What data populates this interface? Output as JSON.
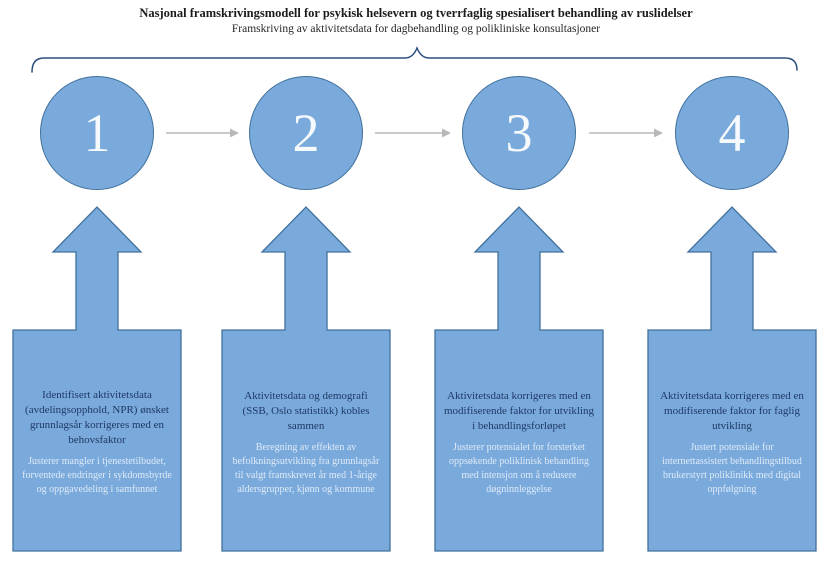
{
  "header": {
    "title": "Nasjonal framskrivingsmodell for psykisk helsevern og tverrfaglig spesialisert behandling av ruslidelser",
    "subtitle": "Framskriving av aktivitetsdata for dagbehandling og polikliniske konsultasjoner"
  },
  "colors": {
    "shape_fill": "#7aaadc",
    "shape_border": "#41719c",
    "brace": "#2e4e7e",
    "connector": "#b9b9b9",
    "dark_text": "#1f3864",
    "light_text": "#dfeaf7"
  },
  "steps": [
    {
      "number": "1",
      "heading": "Identifisert aktivitetsdata (avdelingsopphold, NPR) ønsket grunnlagsår korrigeres med en behovsfaktor",
      "detail": "Justerer mangler i tjenestetilbudet, forventede endringer i sykdomsbyrde og oppgavedeling i samfunnet"
    },
    {
      "number": "2",
      "heading": "Aktivitetsdata og demografi (SSB, Oslo statistikk) kobles sammen",
      "detail": "Beregning av effekten av befolkningsutvikling fra grunnlagsår til valgt framskrevet år med 1-årige aldersgrupper, kjønn og kommune"
    },
    {
      "number": "3",
      "heading": "Aktivitetsdata korrigeres med en modifiserende faktor for utvikling i behandlingsforløpet",
      "detail": "Justerer potensialet for forsterket oppsøkende poliklinisk behandling med intensjon om å redusere døgninnleggelse"
    },
    {
      "number": "4",
      "heading": "Aktivitetsdata korrigeres med en modifiserende faktor for faglig utvikling",
      "detail": "Justert potensiale for internettassistert behandlingstilbud brukerstyrt poliklinikk med digital oppfølgning"
    }
  ]
}
